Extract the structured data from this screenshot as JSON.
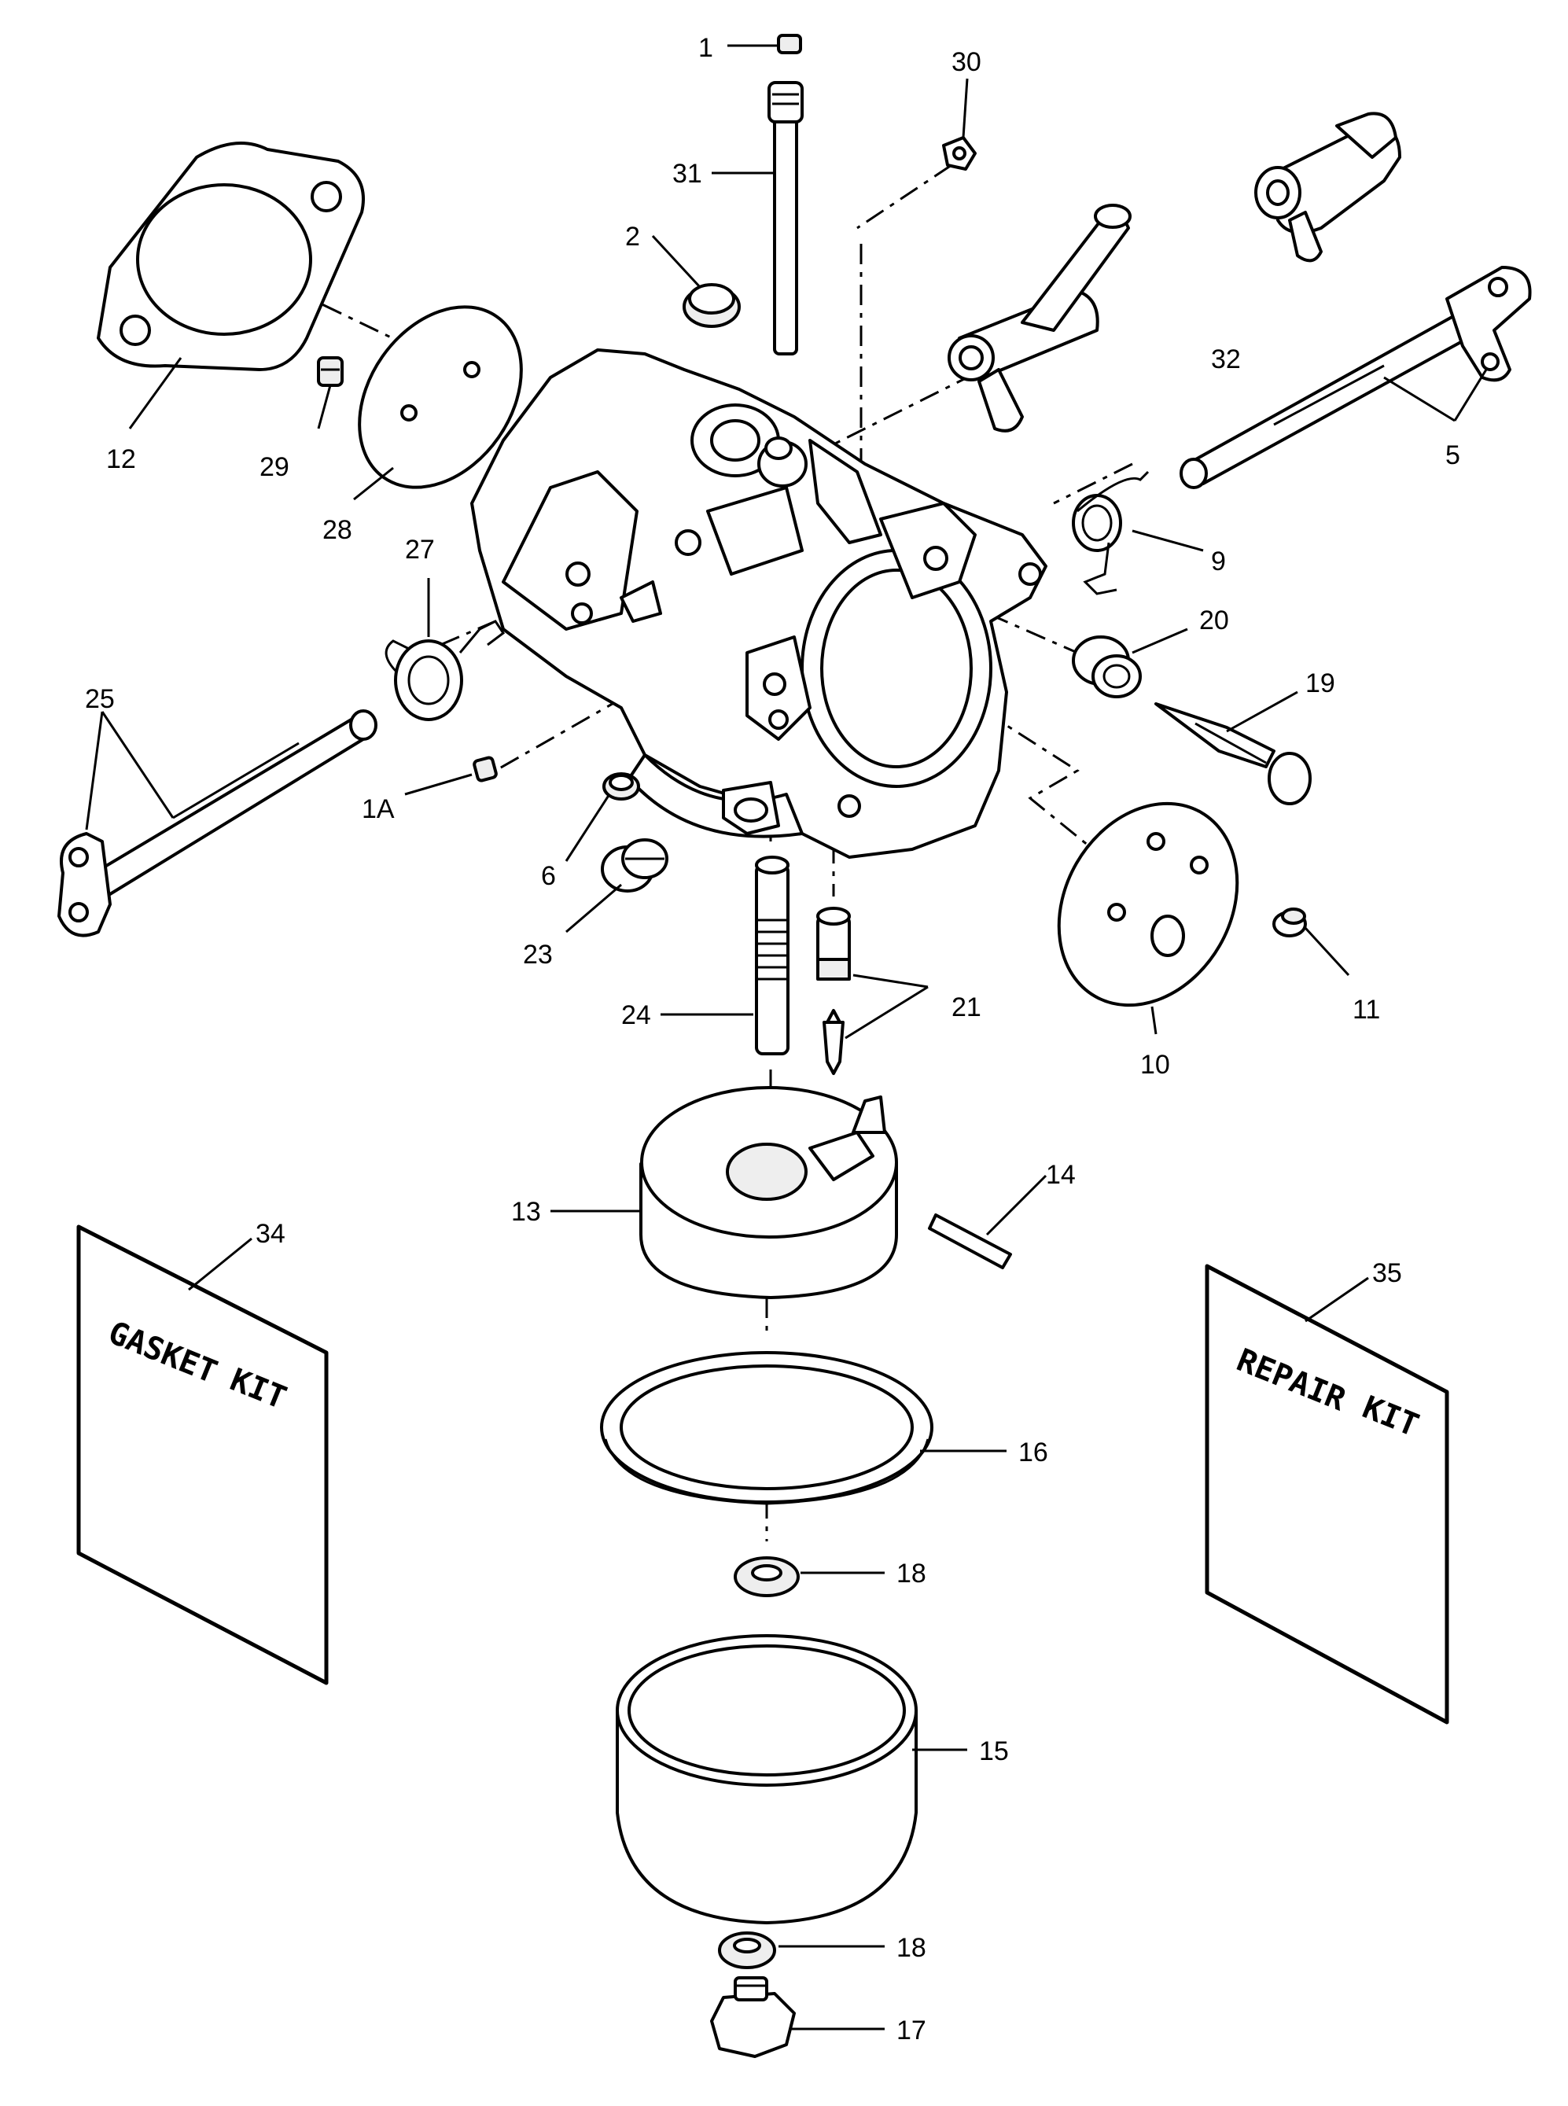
{
  "callouts": {
    "c1": "1",
    "c1a": "1A",
    "c2": "2",
    "c5": "5",
    "c6": "6",
    "c9": "9",
    "c10": "10",
    "c11": "11",
    "c12": "12",
    "c13": "13",
    "c14": "14",
    "c15": "15",
    "c16": "16",
    "c17": "17",
    "c18a": "18",
    "c18b": "18",
    "c19": "19",
    "c20": "20",
    "c21": "21",
    "c23": "23",
    "c24": "24",
    "c25": "25",
    "c27": "27",
    "c28": "28",
    "c29": "29",
    "c30": "30",
    "c31": "31",
    "c32": "32",
    "c34": "34",
    "c35": "35"
  },
  "kits": {
    "gasket": {
      "line1": "GASKET",
      "line2": "KIT"
    },
    "repair": {
      "line1": "REPAIR",
      "line2": "KIT"
    }
  }
}
